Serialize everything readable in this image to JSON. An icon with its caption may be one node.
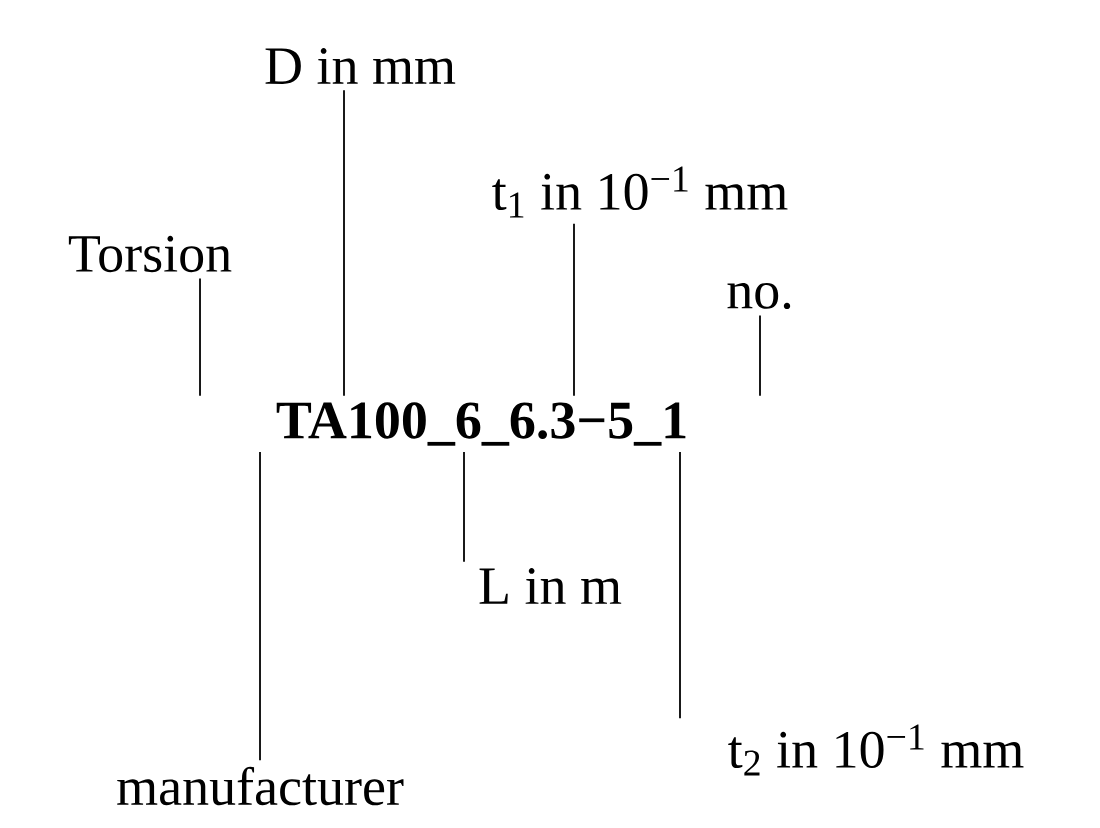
{
  "diagram": {
    "nodes": [
      {
        "text": [
          "Torsion"
        ]
      },
      {
        "text": [
          "D in mm"
        ]
      },
      {
        "text": [
          "t$_{1}$ in 10$^{−1}$ mm"
        ]
      },
      {
        "text": [
          "no."
        ]
      },
      {
        "text": [
          "TA100_6_6.3−5_1"
        ]
      },
      {
        "text": [
          "L in m"
        ]
      },
      {
        "text": [
          "t$_{2}$ in 10$^{−1}$ mm"
        ]
      },
      {
        "text": [
          "manufacturer"
        ]
      }
    ],
    "edges": [
      {
        "from": 0,
        "to": 4,
        "arrow": "none"
      },
      {
        "from": 1,
        "to": 4,
        "arrow": "none"
      },
      {
        "from": 2,
        "to": 4,
        "arrow": "none"
      },
      {
        "from": 3,
        "to": 4,
        "arrow": "none"
      },
      {
        "from": 5,
        "to": 4,
        "arrow": "none"
      },
      {
        "from": 6,
        "to": 4,
        "arrow": "none"
      },
      {
        "from": 7,
        "to": 4,
        "arrow": "none"
      }
    ]
  }
}
